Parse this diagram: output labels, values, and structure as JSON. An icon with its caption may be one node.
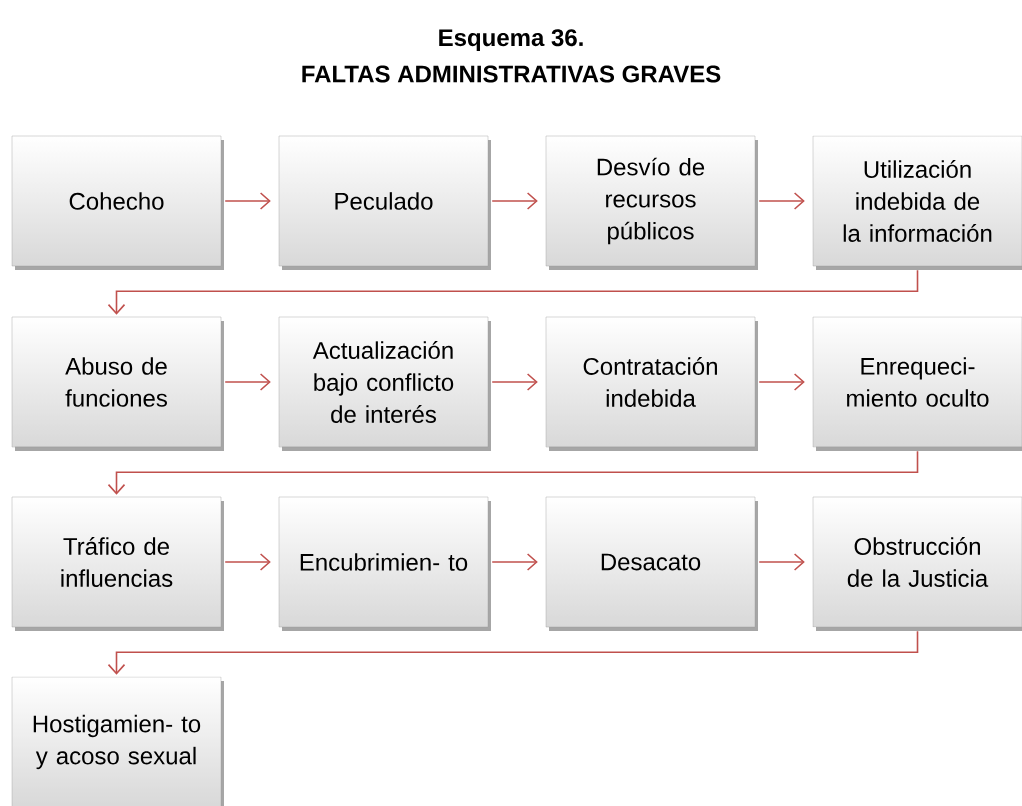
{
  "diagram": {
    "title": "Esquema 36.",
    "nodes": [
      {
        "text": [
          "Cohecho"
        ]
      },
      {
        "text": [
          "Peculado"
        ]
      },
      {
        "text": [
          "Desvío de recursos públicos"
        ]
      },
      {
        "text": [
          "Utilización indebida de la información"
        ]
      },
      {
        "text": [
          "Abuso de funciones"
        ]
      },
      {
        "text": [
          "Actualización bajo conflicto de interés"
        ]
      },
      {
        "text": [
          "Contratación indebida"
        ]
      },
      {
        "text": [
          "Enrequeci- miento oculto"
        ]
      },
      {
        "text": [
          "Tráfico de influencias"
        ]
      },
      {
        "text": [
          "Encubrimien- to"
        ]
      },
      {
        "text": [
          "Desacato"
        ]
      },
      {
        "text": [
          "Obstrucción de la Justicia"
        ]
      },
      {
        "text": [
          "Hostigamien- to y acoso sexual"
        ]
      }
    ],
    "edges": [
      {
        "from": 0,
        "to": 1,
        "arrow": "to"
      },
      {
        "from": 1,
        "to": 2,
        "arrow": "to"
      },
      {
        "from": 2,
        "to": 3,
        "arrow": "to"
      },
      {
        "from": 3,
        "to": 4,
        "arrow": "to"
      },
      {
        "from": 4,
        "to": 5,
        "arrow": "to"
      },
      {
        "from": 5,
        "to": 6,
        "arrow": "to"
      },
      {
        "from": 6,
        "to": 7,
        "arrow": "to"
      },
      {
        "from": 7,
        "to": 8,
        "arrow": "to"
      },
      {
        "from": 8,
        "to": 9,
        "arrow": "to"
      },
      {
        "from": 9,
        "to": 10,
        "arrow": "to"
      },
      {
        "from": 10,
        "to": 11,
        "arrow": "to"
      },
      {
        "from": 11,
        "to": 12,
        "arrow": "to"
      }
    ],
    "labels": [
      "FALTAS ADMINISTRATIVAS GRAVES"
    ]
  }
}
